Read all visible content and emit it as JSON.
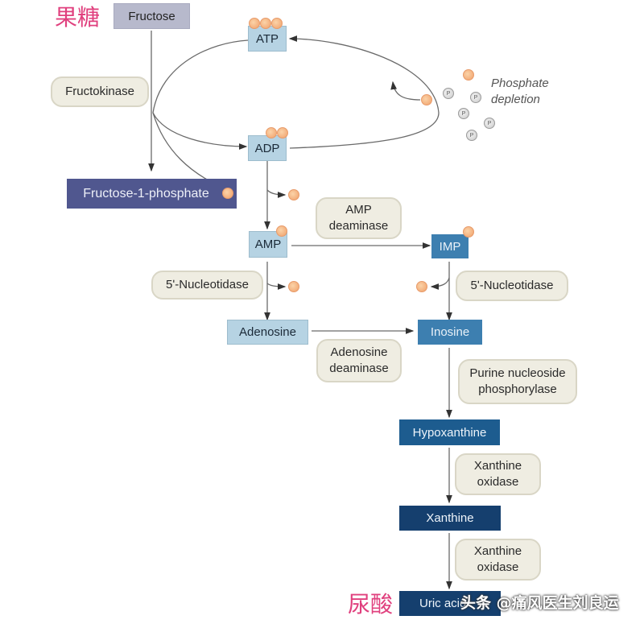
{
  "annotations": {
    "fructose_cn": "果糖",
    "uric_acid_cn": "尿酸",
    "phosphate_depletion": [
      "Phosphate",
      "depletion"
    ],
    "watermark": "头条 @痛风医生刘良运"
  },
  "metabolites": {
    "fructose": "Fructose",
    "atp": "ATP",
    "adp": "ADP",
    "fructose_1_phosphate": "Fructose-1-phosphate",
    "amp": "AMP",
    "imp": "IMP",
    "adenosine": "Adenosine",
    "inosine": "Inosine",
    "hypoxanthine": "Hypoxanthine",
    "xanthine": "Xanthine",
    "uric_acid": "Uric acid"
  },
  "enzymes": {
    "fructokinase": [
      "Fructokinase"
    ],
    "amp_deaminase": [
      "AMP",
      "deaminase"
    ],
    "nucleotidase_left": [
      "5ʹ-Nucleotidase"
    ],
    "nucleotidase_right": [
      "5ʹ-Nucleotidase"
    ],
    "adenosine_deaminase": [
      "Adenosine",
      "deaminase"
    ],
    "pnp": [
      "Purine nucleoside",
      "phosphorylase"
    ],
    "xo_1": [
      "Xanthine",
      "oxidase"
    ],
    "xo_2": [
      "Xanthine",
      "oxidase"
    ]
  },
  "phosphate_symbol": "P",
  "colors": {
    "annotation_pink": "#e0407e",
    "enzyme_fill": "#efede2",
    "phosphate_orange": "#f0a06a",
    "arrow": "#555555"
  }
}
